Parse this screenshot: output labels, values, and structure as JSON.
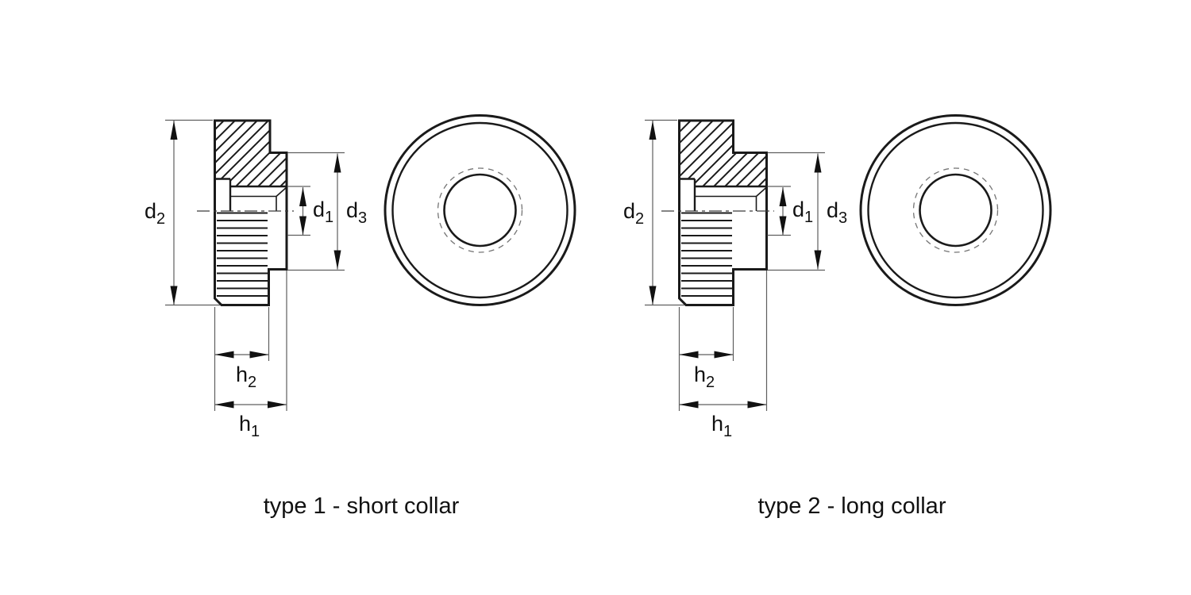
{
  "colors": {
    "background": "#ffffff",
    "outline": "#1a1a1a",
    "thin_line": "#5f5f5f",
    "text": "#111111"
  },
  "drawings": [
    {
      "caption": "type 1 - short collar",
      "labels": {
        "d2": {
          "base": "d",
          "sub": "2"
        },
        "d1": {
          "base": "d",
          "sub": "1"
        },
        "d3": {
          "base": "d",
          "sub": "3"
        },
        "h2": {
          "base": "h",
          "sub": "2"
        },
        "h1": {
          "base": "h",
          "sub": "1"
        }
      }
    },
    {
      "caption": "type 2 - long collar",
      "labels": {
        "d2": {
          "base": "d",
          "sub": "2"
        },
        "d1": {
          "base": "d",
          "sub": "1"
        },
        "d3": {
          "base": "d",
          "sub": "3"
        },
        "h2": {
          "base": "h",
          "sub": "2"
        },
        "h1": {
          "base": "h",
          "sub": "1"
        }
      }
    }
  ]
}
